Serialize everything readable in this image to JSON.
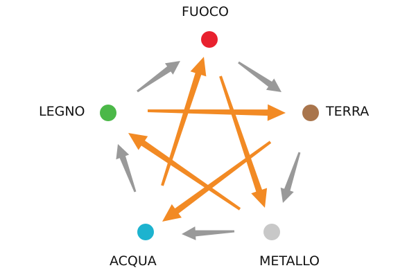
{
  "colors": {
    "cycle_arrow": "#999999",
    "control_arrow": "#F28A24",
    "background": "#FFFFFF",
    "label_text": "#111111"
  },
  "elements": [
    {
      "id": "fuoco",
      "label": "FUOCO",
      "color": "#E8212E"
    },
    {
      "id": "terra",
      "label": "TERRA",
      "color": "#A9754C"
    },
    {
      "id": "metallo",
      "label": "METALLO",
      "color": "#C8C8C8"
    },
    {
      "id": "acqua",
      "label": "ACQUA",
      "color": "#1DB3CF"
    },
    {
      "id": "legno",
      "label": "LEGNO",
      "color": "#4BB848"
    }
  ],
  "cycle_arrows": [
    {
      "from": "fuoco",
      "to": "terra"
    },
    {
      "from": "terra",
      "to": "metallo"
    },
    {
      "from": "metallo",
      "to": "acqua"
    },
    {
      "from": "acqua",
      "to": "legno"
    },
    {
      "from": "legno",
      "to": "fuoco"
    }
  ],
  "control_arrows": [
    {
      "from": "legno",
      "to": "terra"
    },
    {
      "from": "terra",
      "to": "acqua"
    },
    {
      "from": "acqua",
      "to": "fuoco"
    },
    {
      "from": "fuoco",
      "to": "metallo"
    },
    {
      "from": "metallo",
      "to": "legno"
    }
  ]
}
